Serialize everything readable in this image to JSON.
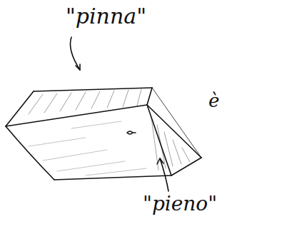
{
  "diagram": {
    "labels": [
      "\"pinna\"",
      "è",
      "\"pieno\""
    ]
  }
}
